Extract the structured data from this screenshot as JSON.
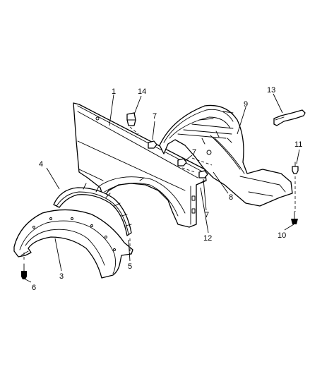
{
  "callouts": {
    "c1": "1",
    "c14": "14",
    "c7a": "7",
    "c9": "9",
    "c13": "13",
    "c7b": "7",
    "c11": "11",
    "c4": "4",
    "c8": "8",
    "c7c": "7",
    "c12": "12",
    "c10": "10",
    "c5": "5",
    "c3": "3",
    "c6": "6"
  }
}
